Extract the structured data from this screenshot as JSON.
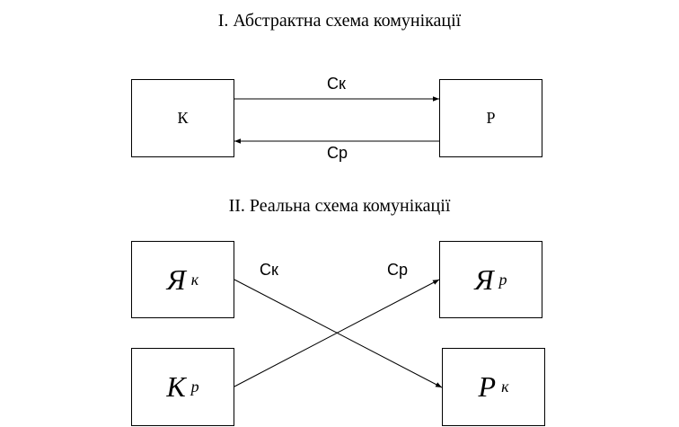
{
  "section1": {
    "title": "I. Абстрактна схема комунікації",
    "left_box": "К",
    "right_box": "Р",
    "top_arrow_label": "Ск",
    "bottom_arrow_label": "Ср"
  },
  "section2": {
    "title": "II. Реальна схема комунікації",
    "top_left": {
      "main": "Я",
      "sup": "к"
    },
    "top_right": {
      "main": "Я",
      "sup": "р"
    },
    "bottom_left": {
      "main": "К",
      "sup": "р"
    },
    "bottom_right": {
      "main": "Р",
      "sup": "к"
    },
    "left_label": "Ск",
    "right_label": "Ср"
  }
}
